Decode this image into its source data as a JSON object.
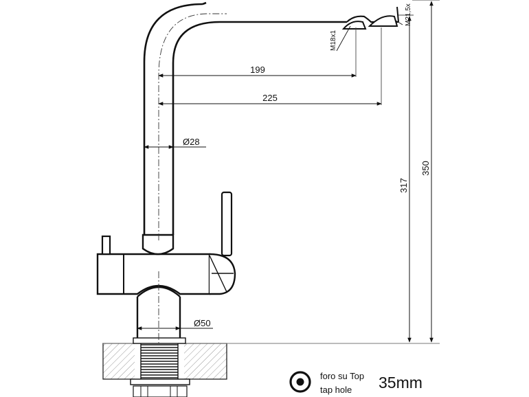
{
  "dimensions": {
    "spout_reach_thread": "199",
    "spout_reach_total": "225",
    "spout_diameter": "Ø28",
    "body_diameter": "Ø50",
    "height_outlet": "317",
    "height_total": "350",
    "thread_inner": "M18x1",
    "thread_outer": "M21,5x"
  },
  "legend": {
    "line1": "foro su Top",
    "line2": "tap hole",
    "size": "35mm"
  },
  "icons": {
    "tap_hole": "target-circle-icon"
  }
}
